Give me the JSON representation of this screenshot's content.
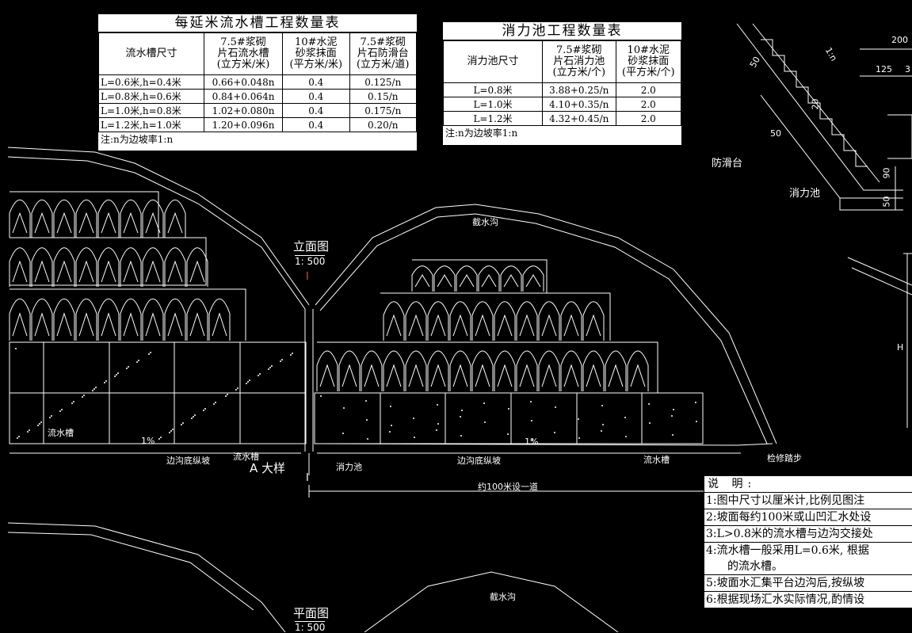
{
  "table1": {
    "title": "每延米流水槽工程数量表",
    "headers": [
      "流水槽尺寸",
      "7.5#浆砌片石流水槽(立方米/米)",
      "10#水泥砂浆抹面(平方米/米)",
      "7.5#浆砌片石防滑台(立方米/道)"
    ],
    "h1": "流水槽尺寸",
    "h2a": "7.5#浆砌",
    "h2b": "片石流水槽",
    "h2c": "(立方米/米)",
    "h3a": "10#水泥",
    "h3b": "砂浆抹面",
    "h3c": "(平方米/米)",
    "h4a": "7.5#浆砌",
    "h4b": "片石防滑台",
    "h4c": "(立方米/道)",
    "rows": [
      [
        "L=0.6米,h=0.4米",
        "0.66+0.048n",
        "0.4",
        "0.125/n"
      ],
      [
        "L=0.8米,h=0.6米",
        "0.84+0.064n",
        "0.4",
        "0.15/n"
      ],
      [
        "L=1.0米,h=0.8米",
        "1.02+0.080n",
        "0.4",
        "0.175/n"
      ],
      [
        "L=1.2米,h=1.0米",
        "1.20+0.096n",
        "0.4",
        "0.20/n"
      ]
    ],
    "note": "注:n为边坡率1:n"
  },
  "table2": {
    "title": "消力池工程数量表",
    "h1": "消力池尺寸",
    "h2a": "7.5#浆砌",
    "h2b": "片石消力池",
    "h2c": "(立方米/个)",
    "h3a": "10#水泥",
    "h3b": "砂浆抹面",
    "h3c": "(平方米/个)",
    "rows": [
      [
        "L=0.8米",
        "3.88+0.25/n",
        "2.0"
      ],
      [
        "L=1.0米",
        "4.10+0.35/n",
        "2.0"
      ],
      [
        "L=1.2米",
        "4.32+0.45/n",
        "2.0"
      ]
    ],
    "note": "注:n为边坡率1:n"
  },
  "notes": {
    "heading": "说 明:",
    "items": [
      "1:图中尺寸以厘米计,比例见图注",
      "2:坡面每约100米或山凹汇水处设",
      "3:L>0.8米的流水槽与边沟交接处",
      "4:流水槽一般采用L=0.6米, 根据",
      "的流水槽。",
      "5:坡面水汇集平台边沟后,按纵坡",
      "6:根据现场汇水实际情况,酌情设"
    ]
  },
  "labels": {
    "elevation_title": "立面图",
    "elevation_scale": "1: 500",
    "plan_title": "平面图",
    "plan_scale": "1: 500",
    "section_mark_top": "I",
    "section_mark_bottom": "I",
    "detail_a": "A 大样",
    "intercept_ditch_1": "截水沟",
    "intercept_ditch_2": "截水沟",
    "gutter_left": "流水槽",
    "gutter_mid": "流水槽",
    "gutter_right": "流水槽",
    "side_ditch_slope_1": "边沟底纵坡",
    "side_ditch_slope_2": "边沟底纵坡",
    "stilling_basin": "消力池",
    "inspection_steps": "检修踏步",
    "spacing": "约100米设一道",
    "slope_pct_1": "1%",
    "slope_pct_2": "1%",
    "anti_slide": "防滑台",
    "stilling_basin_detail": "消力池",
    "dim_200": "200",
    "dim_125": "125",
    "dim_3": "3",
    "dim_50a": "50",
    "dim_20": "20",
    "dim_50b": "50",
    "dim_90": "90",
    "dim_50c": "50",
    "slope_ratio": "1:n",
    "dim_H": "H"
  },
  "colors": {
    "background": "#000000",
    "lines": "#ffffff",
    "table_bg": "#ffffff",
    "section_mark": "#ff3b3b"
  }
}
